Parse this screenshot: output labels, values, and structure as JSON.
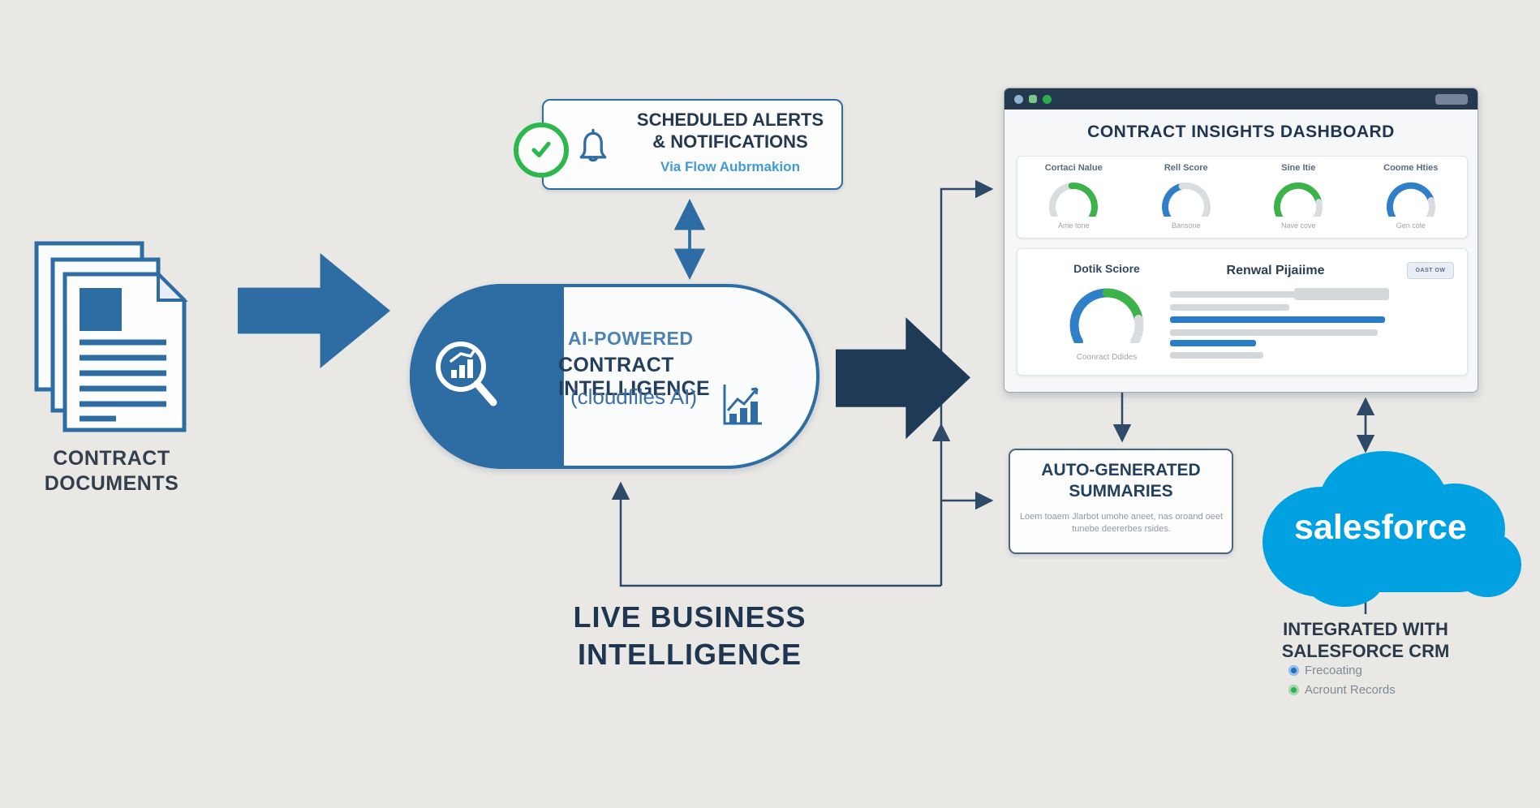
{
  "colors": {
    "background": "#e9e8e5",
    "navy": "#1f3a55",
    "blue": "#2e6da4",
    "light_blue": "#3f9ad6",
    "dark_arrow": "#1e3a56",
    "connector": "#2f4a68",
    "green": "#2db84d",
    "gauge_blue": "#2f80c8",
    "gauge_green": "#3cb34a",
    "gauge_gray": "#d9dde0",
    "bar_gray": "#d4d8db",
    "bar_blue": "#2b7cc7",
    "salesforce_blue": "#00a1e0"
  },
  "documents": {
    "label_line1": "CONTRACT",
    "label_line2": "DOCUMENTS"
  },
  "alerts": {
    "title_line1": "SCHEDULED ALERTS",
    "title_line2": "& NOTIFICATIONS",
    "subtitle": "Via Flow Aubrmakion"
  },
  "engine": {
    "line1": "AI-POWERED",
    "line2": "CONTRACT INTELLIGENCE",
    "line3": "(cloudfiles AI)"
  },
  "feedback": {
    "line1": "LIVE BUSINESS",
    "line2": "INTELLIGENCE"
  },
  "dashboard": {
    "title": "CONTRACT INSIGHTS DASHBOARD",
    "gauges": [
      {
        "label": "Cortaci Nalue",
        "caption": "Ame tone",
        "segments": [
          {
            "color": "gray",
            "frac": 0.48
          },
          {
            "color": "green",
            "frac": 0.52
          }
        ]
      },
      {
        "label": "Rell Score",
        "caption": "Bansone",
        "segments": [
          {
            "color": "blue",
            "frac": 0.45
          },
          {
            "color": "gray",
            "frac": 0.55
          }
        ]
      },
      {
        "label": "Sine Itie",
        "caption": "Nave cove",
        "segments": [
          {
            "color": "green",
            "frac": 0.82
          },
          {
            "color": "gray",
            "frac": 0.18
          }
        ]
      },
      {
        "label": "Coome Hties",
        "caption": "Gen cole",
        "segments": [
          {
            "color": "blue",
            "frac": 0.8
          },
          {
            "color": "gray",
            "frac": 0.2
          }
        ]
      }
    ],
    "detail_gauge": {
      "label": "Dotik Sciore",
      "caption": "Coonract Ddides",
      "segments": [
        {
          "color": "blue",
          "frac": 0.5
        },
        {
          "color": "green",
          "frac": 0.33
        },
        {
          "color": "gray",
          "frac": 0.17
        }
      ]
    },
    "pipeline": {
      "title": "Renwal Pijaiime",
      "button_label": "OAST OW",
      "bars": [
        {
          "color": "gray",
          "width": 0.92,
          "block": true
        },
        {
          "color": "gray",
          "width": 0.5
        },
        {
          "color": "blue",
          "width": 0.9
        },
        {
          "color": "gray",
          "width": 0.87
        },
        {
          "color": "blue",
          "width": 0.36
        },
        {
          "color": "gray",
          "width": 0.39
        }
      ]
    }
  },
  "summaries": {
    "title_line1": "AUTO-GENERATED",
    "title_line2": "SUMMARIES",
    "body": "Loem toaem Jlarbot umohe aneet, nas oroand oeet tunebe deererbes rsides."
  },
  "salesforce": {
    "logo_text": "salesforce",
    "title_line1": "INTEGRATED WITH",
    "title_line2": "SALESFORCE CRM",
    "bullets": [
      {
        "color": "#1a6fc4",
        "label": "Frecoating"
      },
      {
        "color": "#2fae4e",
        "label": "Acrount Records"
      }
    ]
  },
  "window": {
    "lights": [
      "#8fb3d6",
      "#7cc68b",
      "#2fae4e"
    ]
  }
}
